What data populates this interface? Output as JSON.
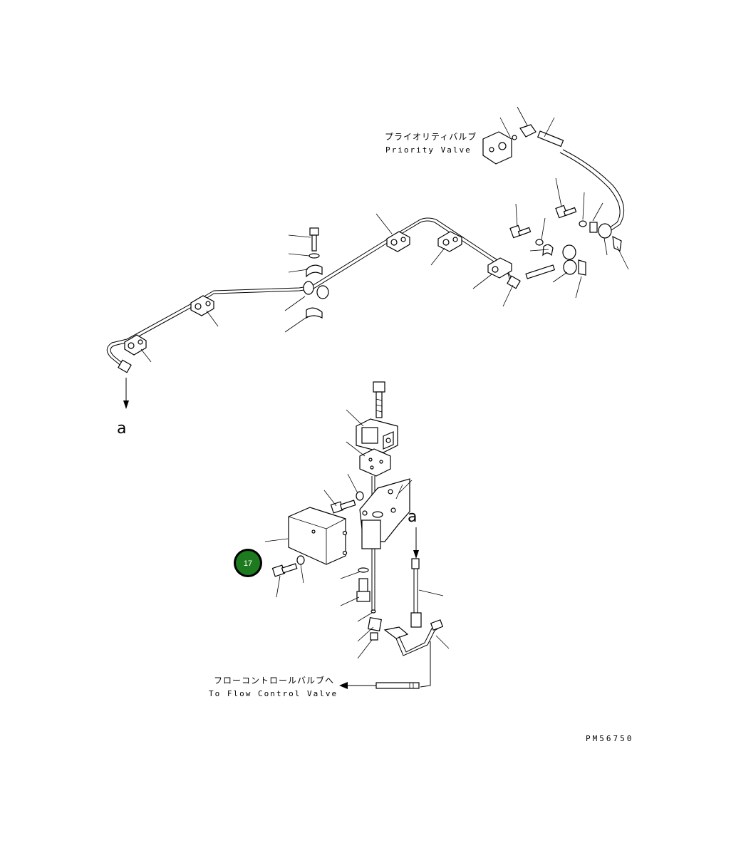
{
  "labels": {
    "priority_valve_jp": "プライオリティバルブ",
    "priority_valve_en": "Priority Valve",
    "flow_control_jp": "フローコントロールバルブへ",
    "flow_control_en": "To Flow Control Valve",
    "connector_a_top": "a",
    "connector_a_bottom": "a",
    "drawing_code": "PM56750"
  },
  "callout": {
    "number": "17",
    "color": "#1e7a1e"
  }
}
